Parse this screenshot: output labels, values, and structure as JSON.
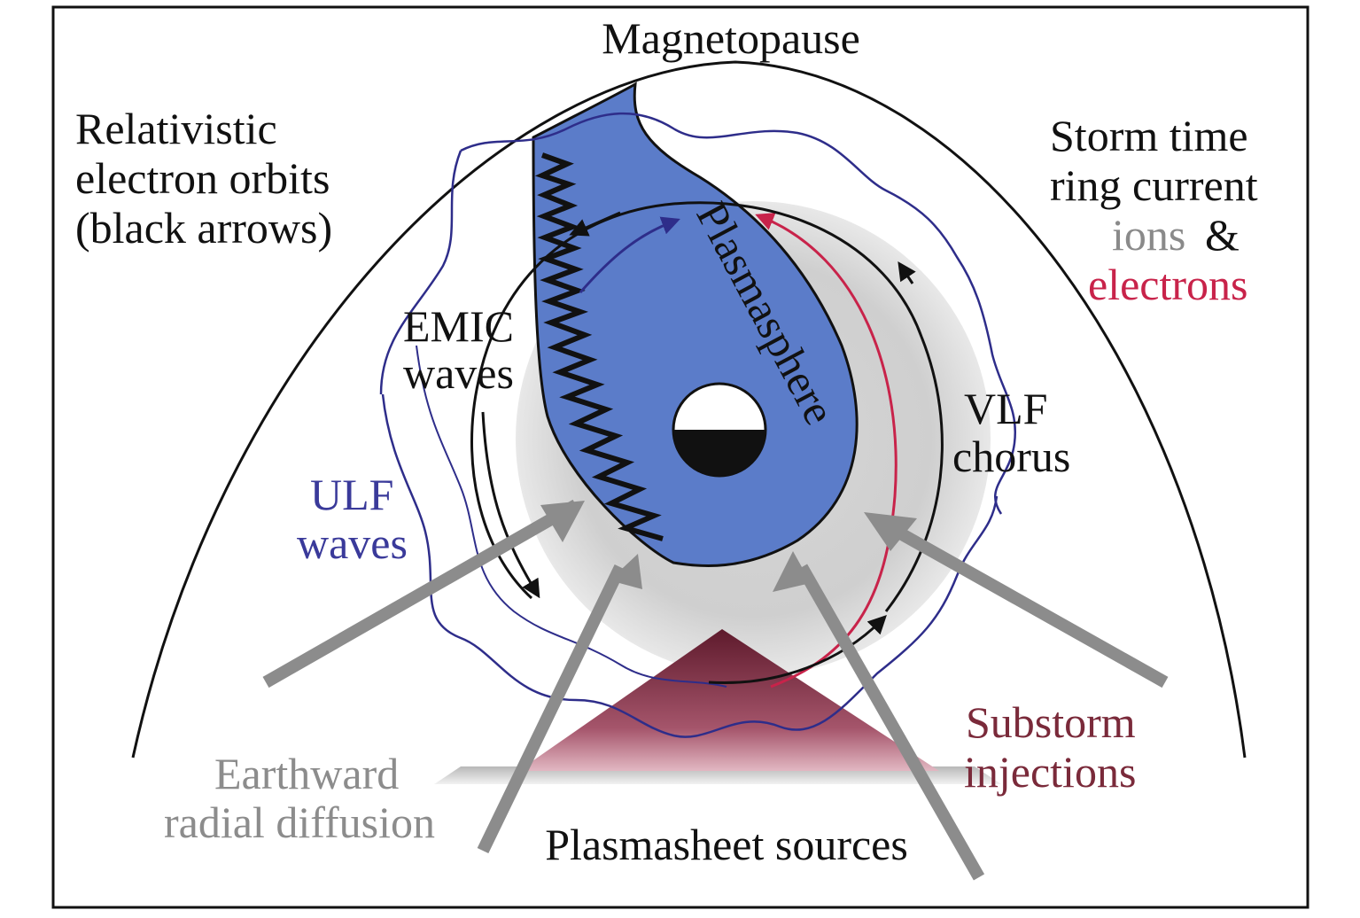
{
  "labels": {
    "magnetopause": "Magnetopause",
    "relativistic_line1": "Relativistic",
    "relativistic_line2": "electron orbits",
    "relativistic_line3": "(black arrows)",
    "storm_line1": "Storm time",
    "storm_line2": "ring current",
    "storm_ions": "ions",
    "storm_amp": "&",
    "storm_electrons": "electrons",
    "plasmasphere": "Plasmasphere",
    "emic_line1": "EMIC",
    "emic_line2": "waves",
    "vlf_line1": "VLF",
    "vlf_line2": "chorus",
    "ulf_line1": "ULF",
    "ulf_line2": "waves",
    "substorm_line1": "Substorm",
    "substorm_line2": "injections",
    "earthward_line1": "Earthward",
    "earthward_line2": "radial diffusion",
    "plasmasheet": "Plasmasheet sources"
  },
  "colors": {
    "plasmasphere_fill": "#5b7cc9",
    "ulf_blue": "#2e2d8a",
    "ulf_text": "#3a3a9a",
    "electrons_red": "#c8234a",
    "ions_gray": "#8a8a8a",
    "substorm_text": "#7a2a3a",
    "diffusion_gray": "#8c8c8c",
    "ring_current_gray": "#c9c9c9",
    "substorm_wedge": "#9b3c55"
  }
}
